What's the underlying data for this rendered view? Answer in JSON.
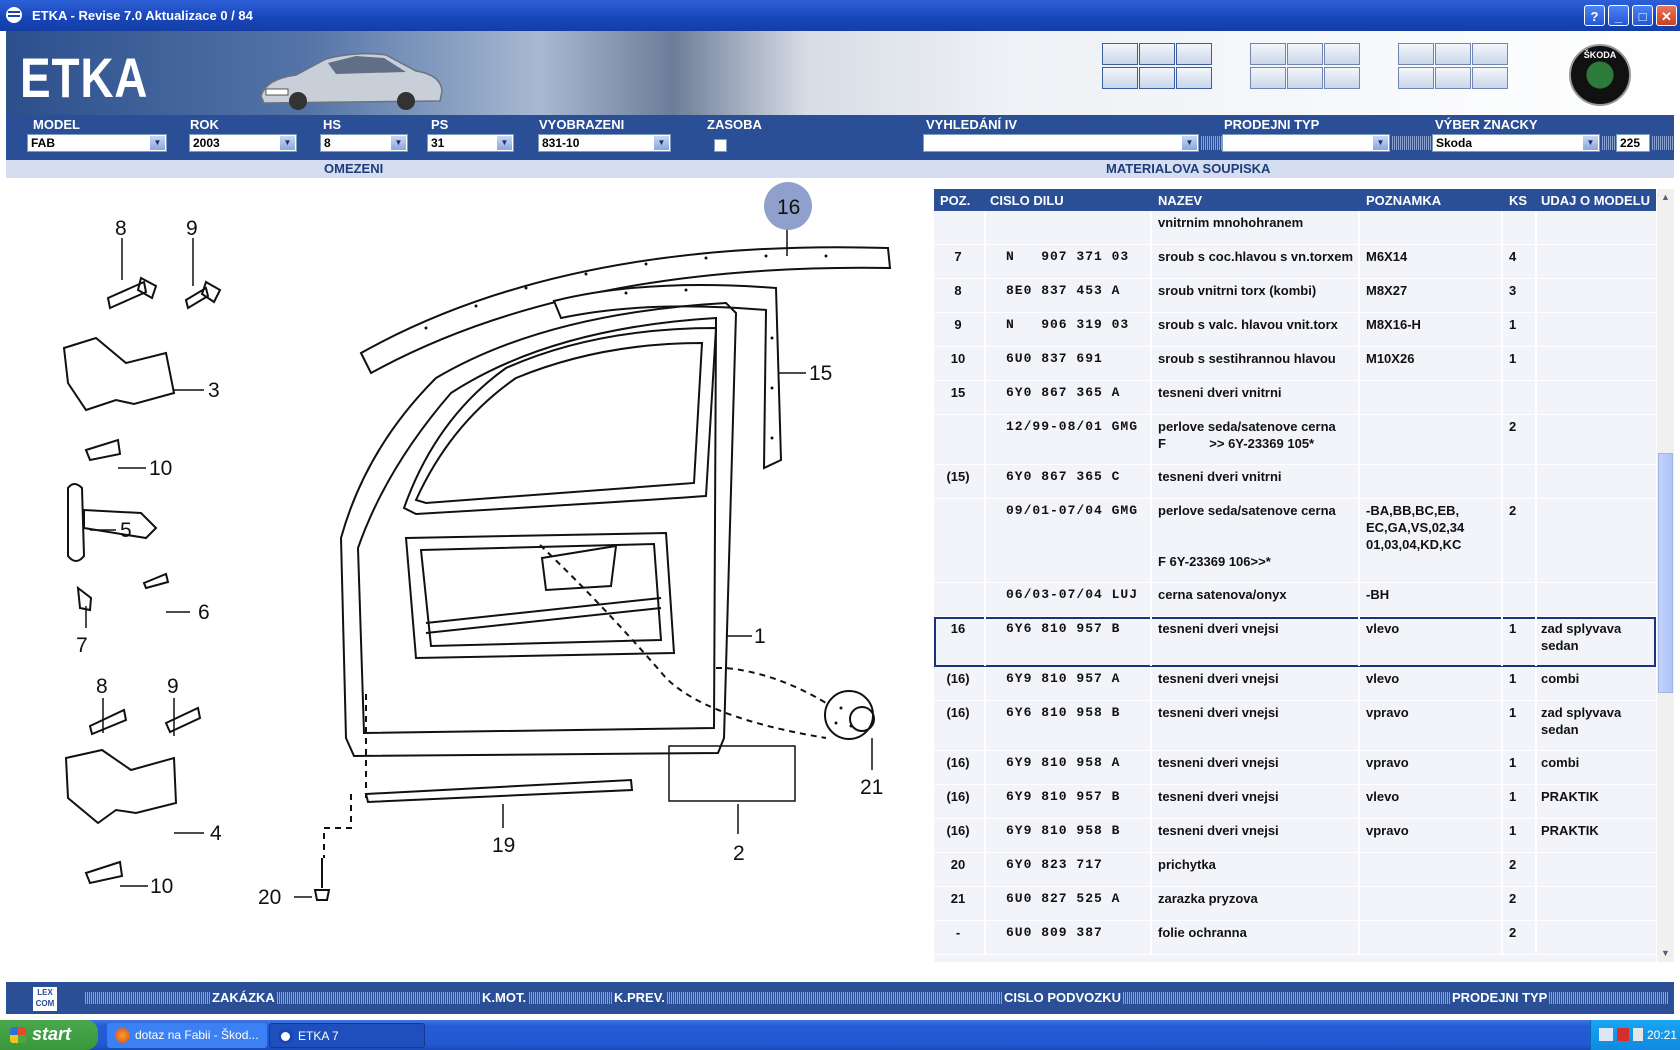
{
  "window": {
    "title": "ETKA - Revise 7.0 Aktualizace 0 / 84",
    "btn_help": "?",
    "btn_min": "_",
    "btn_max": "□",
    "btn_close": "✕"
  },
  "banner": {
    "logo": "ETKA",
    "brand_badge": "ŠKODA"
  },
  "filters": {
    "model_label": "MODEL",
    "model_value": "FAB",
    "rok_label": "ROK",
    "rok_value": "2003",
    "hs_label": "HS",
    "hs_value": "8",
    "ps_label": "PS",
    "ps_value": "31",
    "vyobrazeni_label": "VYOBRAZENI",
    "vyobrazeni_value": "831-10",
    "zasoba_label": "ZASOBA",
    "vyhledani_label": "VYHLEDÁNÍ IV",
    "vyhledani_value": "",
    "prodejni_label": "PRODEJNI TYP",
    "prodejni_value": "",
    "znacka_label": "VÝBER ZNACKY",
    "znacka_value": "Skoda",
    "znacka_count": "225"
  },
  "sections": {
    "left": "OMEZENI",
    "right": "MATERIALOVA SOUPISKA"
  },
  "diagram": {
    "callouts": [
      "16",
      "8",
      "9",
      "3",
      "10",
      "5",
      "6",
      "7",
      "8",
      "9",
      "4",
      "10",
      "15",
      "1",
      "21",
      "19",
      "2",
      "20"
    ]
  },
  "table": {
    "headers": {
      "poz": "POZ.",
      "cislo": "CISLO DILU",
      "nazev": "NAZEV",
      "poznamka": "POZNAMKA",
      "ks": "KS",
      "udaj": "UDAJ O MODELU"
    },
    "rows": [
      {
        "poz": "",
        "cislo": "",
        "nazev": "vnitrnim mnohohranem",
        "poznamka": "",
        "ks": "",
        "udaj": ""
      },
      {
        "poz": "7",
        "cislo": "N   907 371 03",
        "nazev": "sroub s coc.hlavou s vn.torxem",
        "poznamka": "M6X14",
        "ks": "4",
        "udaj": ""
      },
      {
        "poz": "8",
        "cislo": "8E0 837 453 A",
        "nazev": "sroub vnitrni torx (kombi)",
        "poznamka": "M8X27",
        "ks": "3",
        "udaj": ""
      },
      {
        "poz": "9",
        "cislo": "N   906 319 03",
        "nazev": "sroub s valc. hlavou vnit.torx",
        "poznamka": "M8X16-H",
        "ks": "1",
        "udaj": ""
      },
      {
        "poz": "10",
        "cislo": "6U0 837 691",
        "nazev": "sroub s sestihrannou hlavou",
        "poznamka": "M10X26",
        "ks": "1",
        "udaj": ""
      },
      {
        "poz": "15",
        "cislo": "6Y0 867 365 A",
        "nazev": "tesneni dveri vnitrni",
        "poznamka": "",
        "ks": "",
        "udaj": ""
      },
      {
        "poz": "",
        "cislo": "12/99-08/01 GMG",
        "nazev": "perlove seda/satenove cerna",
        "nazev2": "F            >> 6Y-23369 105*",
        "poznamka": "",
        "ks": "2",
        "udaj": ""
      },
      {
        "poz": "(15)",
        "cislo": "6Y0 867 365 C",
        "nazev": "tesneni dveri vnitrni",
        "poznamka": "",
        "ks": "",
        "udaj": ""
      },
      {
        "poz": "",
        "cislo": "09/01-07/04 GMG",
        "nazev": "perlove seda/satenove cerna",
        "nazev3": "F 6Y-23369 106>>*",
        "poznamka": "-BA,BB,BC,EB,",
        "poznamka2": "EC,GA,VS,02,34",
        "poznamka3": "01,03,04,KD,KC",
        "ks": "2",
        "udaj": ""
      },
      {
        "poz": "",
        "cislo": "06/03-07/04 LUJ",
        "nazev": "cerna satenova/onyx",
        "poznamka": "-BH",
        "ks": "",
        "udaj": ""
      },
      {
        "poz": "16",
        "cislo": "6Y6 810 957 B",
        "nazev": "tesneni dveri vnejsi",
        "poznamka": "vlevo",
        "ks": "1",
        "udaj": "zad splyvava",
        "udaj2": "sedan"
      },
      {
        "poz": "(16)",
        "cislo": "6Y9 810 957 A",
        "nazev": "tesneni dveri vnejsi",
        "poznamka": "vlevo",
        "ks": "1",
        "udaj": "combi"
      },
      {
        "poz": "(16)",
        "cislo": "6Y6 810 958 B",
        "nazev": "tesneni dveri vnejsi",
        "poznamka": "vpravo",
        "ks": "1",
        "udaj": "zad splyvava",
        "udaj2": "sedan"
      },
      {
        "poz": "(16)",
        "cislo": "6Y9 810 958 A",
        "nazev": "tesneni dveri vnejsi",
        "poznamka": "vpravo",
        "ks": "1",
        "udaj": "combi"
      },
      {
        "poz": "(16)",
        "cislo": "6Y9 810 957 B",
        "nazev": "tesneni dveri vnejsi",
        "poznamka": "vlevo",
        "ks": "1",
        "udaj": "PRAKTIK"
      },
      {
        "poz": "(16)",
        "cislo": "6Y9 810 958 B",
        "nazev": "tesneni dveri vnejsi",
        "poznamka": "vpravo",
        "ks": "1",
        "udaj": "PRAKTIK"
      },
      {
        "poz": "20",
        "cislo": "6Y0 823 717",
        "nazev": "prichytka",
        "poznamka": "",
        "ks": "2",
        "udaj": ""
      },
      {
        "poz": "21",
        "cislo": "6U0 827 525 A",
        "nazev": "zarazka pryzova",
        "poznamka": "",
        "ks": "2",
        "udaj": ""
      },
      {
        "poz": "-",
        "cislo": "6U0 809 387",
        "nazev": "folie ochranna",
        "poznamka": "",
        "ks": "2",
        "udaj": ""
      }
    ]
  },
  "bottom": {
    "lexcom": "LEX COM",
    "zakazka": "ZAKÁZKA",
    "kmot": "K.MOT.",
    "kprev": "K.PREV.",
    "cislo_podvozku": "CISLO PODVOZKU",
    "prodejni_typ": "PRODEJNI TYP"
  },
  "taskbar": {
    "start": "start",
    "task1": "dotaz na Fabii - Škod...",
    "task2": "ETKA 7",
    "clock": "20:21"
  }
}
